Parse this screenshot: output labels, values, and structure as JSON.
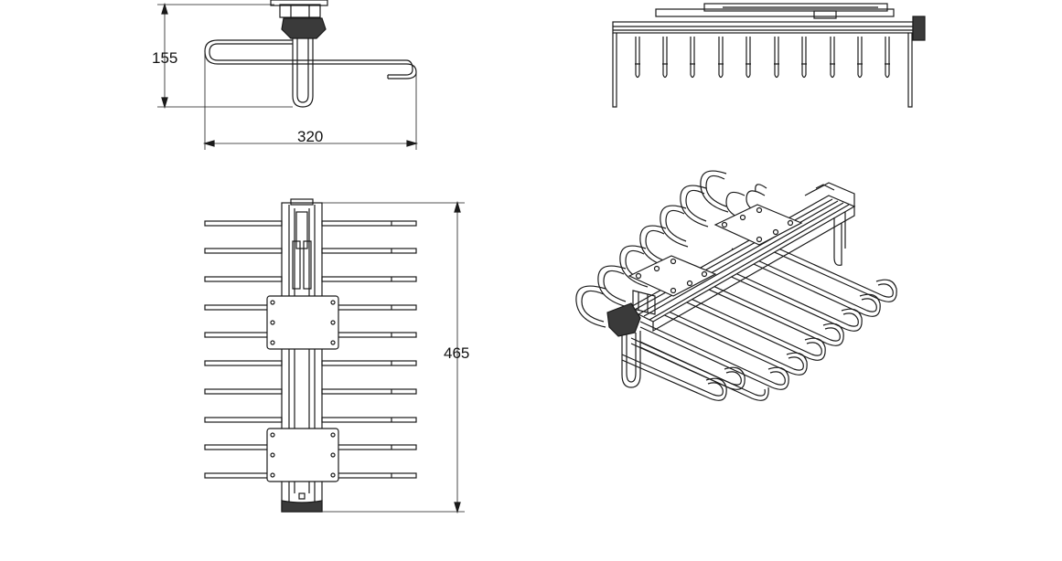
{
  "dimensions": {
    "height": "155",
    "width": "320",
    "length": "465"
  },
  "colors": {
    "line": "#1a1a1a",
    "handle": "#3a3a3a",
    "background": "#ffffff"
  }
}
